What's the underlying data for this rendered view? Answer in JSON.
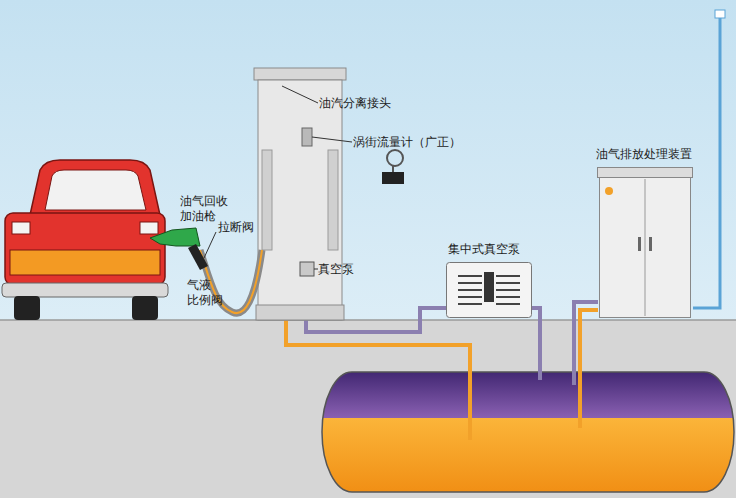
{
  "diagram": {
    "nodes": [
      {
        "text": [
          "集中式真空泵"
        ]
      },
      {
        "text": [
          "油气排放处理装置"
        ]
      }
    ],
    "labels": [
      "油汽分离接头",
      "涡街流量计（广正）",
      "油气回收 加油枪",
      "拉断阀",
      "气液 比例阀",
      "真空泵"
    ]
  }
}
